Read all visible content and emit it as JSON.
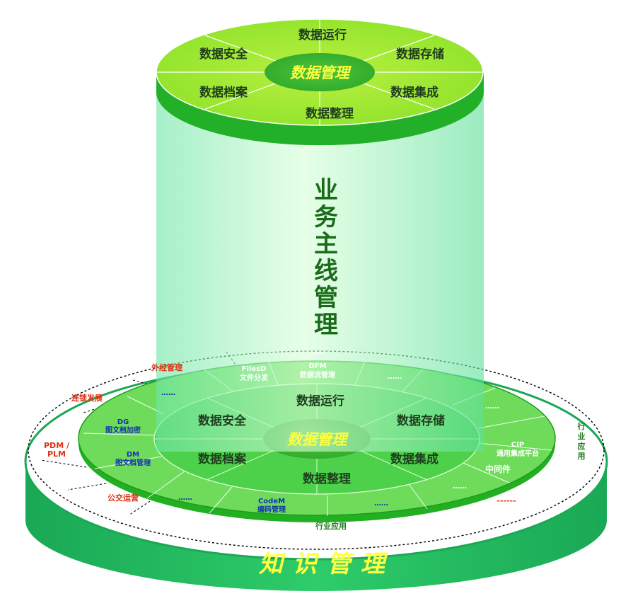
{
  "top_disk": {
    "center_label": "数据管理",
    "segments": {
      "top": "数据运行",
      "upper_left": "数据安全",
      "upper_right": "数据存储",
      "lower_left": "数据档案",
      "lower_right": "数据集成",
      "bottom": "数据整理"
    }
  },
  "column_label": "业务主线管理",
  "middle_disk": {
    "center_label": "数据管理",
    "segments": {
      "top": "数据运行",
      "upper_left": "数据安全",
      "upper_right": "数据存储",
      "lower_left": "数据档案",
      "lower_right": "数据集成",
      "bottom": "数据整理"
    },
    "ring": {
      "filesd_code": "FilesD",
      "filesd_name": "文件分发",
      "dfm_code": "DFM",
      "dfm_name": "数据流管理",
      "dg_code": "DG",
      "dg_name": "图文档加密",
      "dm_code": "DM",
      "dm_name": "图文档管理",
      "codem_code": "CodeM",
      "codem_name": "编码管理",
      "cip_code": "CIP",
      "cip_name": "通用集成平台",
      "middleware": "中间件",
      "dots": "……",
      "dots_short": "……"
    }
  },
  "outer_ring": {
    "waijing": "外经管理",
    "liansuo": "连锁发展",
    "pdm": "PDM /",
    "plm": "PLM",
    "gongjiao": "公交运营",
    "hangye_bottom": "行业应用",
    "hangye_right": "行业应用",
    "dots": "……",
    "dashes": "------"
  },
  "base_label": "知识管理"
}
